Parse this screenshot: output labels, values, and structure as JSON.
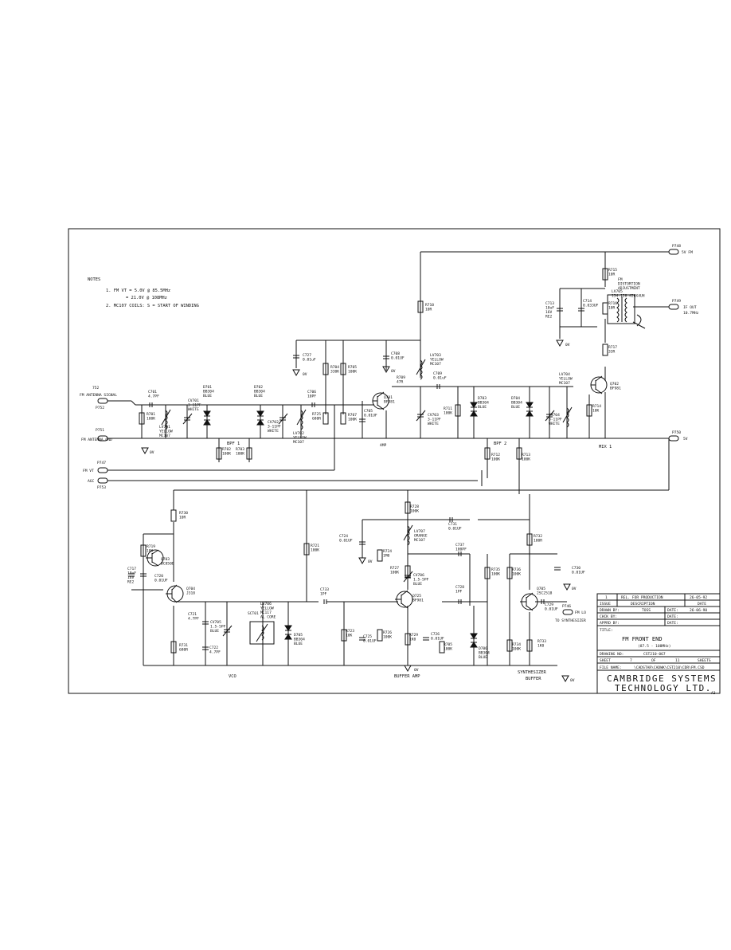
{
  "notes": {
    "heading": "NOTES",
    "line1a": "1. FM VT = 5.0V @ 85.5MHz",
    "line1b": "= 21.0V @ 108MHz",
    "line2": "2. MC107 COILS: S = START OF WINDING"
  },
  "ports": {
    "p752_num": "752",
    "p752_name": "FM ANTENNA SIGNAL",
    "p752_ref": "P752",
    "p751_ref": "P751",
    "p751_name": "FM ANTENNA GND",
    "p747_ref": "P747",
    "p747_name": "FM VT",
    "agc_name": "AGC",
    "p753_ref": "P753",
    "p748_ref": "P748",
    "p748_name": "5V FM",
    "p749_ref": "P749",
    "p749_name1": "IF OUT",
    "p749_name2": "10.7MHz",
    "p750_ref": "P750",
    "p750_name": "5V",
    "p746_ref": "P746",
    "p746_name": "FM LO",
    "p746_note": "TO SYNTHESIZER"
  },
  "sections": {
    "bpf1": "BPF 1",
    "amp": "AMP",
    "bpf2": "BPF 2",
    "mix": "MIX 1",
    "vco": "VCO",
    "buffer": "BUFFER AMP",
    "synth1": "SYNTHESIZER",
    "synth2": "BUFFER"
  },
  "ground_label": "0V",
  "components": [
    {
      "k": "C701",
      "a": "C701",
      "b": "4.7PF"
    },
    {
      "k": "R701",
      "a": "R701",
      "b": "100K"
    },
    {
      "k": "CV701",
      "a": "CV701",
      "b": "3-11PF",
      "c": "WHITE"
    },
    {
      "k": "LV701",
      "a": "LV701",
      "b": "YELLOW",
      "c": "MC107"
    },
    {
      "k": "D701",
      "a": "D701",
      "b": "BB304",
      "c": "BLUE"
    },
    {
      "k": "R702",
      "a": "R702",
      "b": "100K"
    },
    {
      "k": "D702",
      "a": "D702",
      "b": "BB304",
      "c": "BLUE"
    },
    {
      "k": "CV702",
      "a": "CV702",
      "b": "3-11PF",
      "c": "WHITE"
    },
    {
      "k": "LV702",
      "a": "LV702",
      "b": "YELLOW",
      "c": "MC107"
    },
    {
      "k": "R703",
      "a": "R703",
      "b": "100K"
    },
    {
      "k": "C706",
      "a": "C706",
      "b": "10PF"
    },
    {
      "k": "R725",
      "a": "R725",
      "b": "680R"
    },
    {
      "k": "C727",
      "a": "C727",
      "b": "0.01uF"
    },
    {
      "k": "R704",
      "a": "R704",
      "b": "330K"
    },
    {
      "k": "R705",
      "a": "R705",
      "b": "100K"
    },
    {
      "k": "R707",
      "a": "R707",
      "b": "100K"
    },
    {
      "k": "C705",
      "a": "C705",
      "b": "0.01UF"
    },
    {
      "k": "Q701",
      "a": "Q701",
      "b": "BF981"
    },
    {
      "k": "C708",
      "a": "C708",
      "b": "0.01UF"
    },
    {
      "k": "R710",
      "a": "R710",
      "b": "10R"
    },
    {
      "k": "LV703",
      "a": "LV703",
      "b": "YELLOW",
      "c": "MC107"
    },
    {
      "k": "R709",
      "a": "R709",
      "b": "47R"
    },
    {
      "k": "C709",
      "a": "C709",
      "b": "0.01uF"
    },
    {
      "k": "CV703",
      "a": "CV703",
      "b": "3-11PF",
      "c": "WHITE"
    },
    {
      "k": "R711",
      "a": "R711",
      "b": "100K"
    },
    {
      "k": "D703",
      "a": "D703",
      "b": "BB304",
      "c": "BLUE"
    },
    {
      "k": "D704",
      "a": "D704",
      "b": "BB304",
      "c": "BLUE"
    },
    {
      "k": "R712",
      "a": "R712",
      "b": "100K"
    },
    {
      "k": "R713",
      "a": "R713",
      "b": "100K"
    },
    {
      "k": "LV704",
      "a": "LV704",
      "b": "YELLOW",
      "c": "MC107"
    },
    {
      "k": "CV704",
      "a": "CV704",
      "b": "3-11PF",
      "c": "WHITE"
    },
    {
      "k": "R714",
      "a": "R714",
      "b": "10K"
    },
    {
      "k": "Q702",
      "a": "Q702",
      "b": "BF981"
    },
    {
      "k": "R715",
      "a": "R715",
      "b": "10R"
    },
    {
      "k": "FMD",
      "a": "FM",
      "b": "DISTORTION",
      "c": "ADJUSTMENT"
    },
    {
      "k": "LV705",
      "a": "LV705",
      "b": "154-128-420X4UH"
    },
    {
      "k": "C713",
      "a": "C713",
      "b": "10uF",
      "c": "16V",
      "d": "RE2"
    },
    {
      "k": "C714",
      "a": "C714",
      "b": "0.033UF"
    },
    {
      "k": "R716",
      "a": "R716",
      "b": "10R"
    },
    {
      "k": "R717",
      "a": "R717",
      "b": "33R"
    },
    {
      "k": "R730",
      "a": "R730",
      "b": "10R"
    },
    {
      "k": "R719",
      "a": "R719",
      "b": "10K"
    },
    {
      "k": "Q703",
      "a": "Q703",
      "b": "BC850B"
    },
    {
      "k": "C717",
      "a": "C717",
      "b": "10uF",
      "c": "16V",
      "d": "RE2"
    },
    {
      "k": "C720",
      "a": "C720",
      "b": "0.01UF"
    },
    {
      "k": "Q704",
      "a": "Q704",
      "b": "J310"
    },
    {
      "k": "C721",
      "a": "C721",
      "b": "4.7PF"
    },
    {
      "k": "CV705",
      "a": "CV705",
      "b": "1.5-5PF",
      "c": "BLUE"
    },
    {
      "k": "R731",
      "a": "R731",
      "b": "680R"
    },
    {
      "k": "C722",
      "a": "C722",
      "b": "4.7PF"
    },
    {
      "k": "LV706",
      "a": "LV706",
      "b": "YELLOW",
      "c": "MC117",
      "d": "AL CORE"
    },
    {
      "k": "SCT01",
      "a": "SCT01"
    },
    {
      "k": "R721",
      "a": "R721",
      "b": "100K"
    },
    {
      "k": "D705",
      "a": "D705",
      "b": "BB304",
      "c": "BLUE"
    },
    {
      "k": "C733",
      "a": "C733",
      "b": "1PF"
    },
    {
      "k": "R728",
      "a": "R728",
      "b": "100K"
    },
    {
      "k": "C724",
      "a": "C724",
      "b": "0.01UF"
    },
    {
      "k": "R724",
      "a": "R724",
      "b": "1M0"
    },
    {
      "k": "LV707",
      "a": "LV707",
      "b": "ORANGE",
      "c": "MC107"
    },
    {
      "k": "C731",
      "a": "C731",
      "b": "0.01UF"
    },
    {
      "k": "R727",
      "a": "R727",
      "b": "100K"
    },
    {
      "k": "CV706",
      "a": "CV706",
      "b": "1.5-5PF",
      "c": "BLUE"
    },
    {
      "k": "C737",
      "a": "C737",
      "b": "100PF"
    },
    {
      "k": "Q725",
      "a": "Q725",
      "b": "BF981"
    },
    {
      "k": "C728",
      "a": "C728",
      "b": "1PF"
    },
    {
      "k": "R723",
      "a": "R723",
      "b": "10K"
    },
    {
      "k": "C725",
      "a": "C725",
      "b": "0.01UF"
    },
    {
      "k": "R726",
      "a": "R726",
      "b": "100K"
    },
    {
      "k": "R729",
      "a": "R729",
      "b": "1K0"
    },
    {
      "k": "C726",
      "a": "C726",
      "b": "0.01UF"
    },
    {
      "k": "R705b",
      "a": "R705",
      "b": "100K"
    },
    {
      "k": "D706",
      "a": "D706",
      "b": "BB304",
      "c": "BLUE"
    },
    {
      "k": "R735",
      "a": "R735",
      "b": "100K"
    },
    {
      "k": "R732",
      "a": "R732",
      "b": "100R"
    },
    {
      "k": "R736",
      "a": "R736",
      "b": "100K"
    },
    {
      "k": "Q705",
      "a": "Q705",
      "b": "2SC2518"
    },
    {
      "k": "C730",
      "a": "C730",
      "b": "0.01UF"
    },
    {
      "k": "C729",
      "a": "C729",
      "b": "0.01UF"
    },
    {
      "k": "R734",
      "a": "R734",
      "b": "100K"
    },
    {
      "k": "R733",
      "a": "R733",
      "b": "1K0"
    }
  ],
  "title_block": {
    "rev_issue": "1",
    "rev_desc": "REL. FOR PRODUCTION",
    "rev_date": "26-05-92",
    "h_issue": "ISSUE",
    "h_desc": "DESCRIPTION",
    "h_date": "DATE",
    "drawn_label": "DRAWN BY:",
    "drawn_value": "TOSS",
    "date_label": "DATE:",
    "drawn_date": "26-06-90",
    "chkd_label": "CHCK BY:",
    "appr_label": "APPRD BY:",
    "title_label": "TITLE:",
    "title_main": "FM FRONT END",
    "title_sub": "(87.5 - 108MHz)",
    "drawing_no_label": "DRAWING NO:",
    "drawing_no": "CST210-067",
    "sheet_label": "SHEET",
    "sheet_no": "7",
    "of_label": "OF",
    "sheet_total": "11",
    "sheets_label": "SHEETS",
    "file_label": "FILE NAME:",
    "file_name": "\\CADSTAR\\CADWK\\CST210\\CDR\\FM.CSD",
    "company1": "CAMBRIDGE SYSTEMS",
    "company2": "TECHNOLOGY LTD.",
    "size": "A3"
  }
}
